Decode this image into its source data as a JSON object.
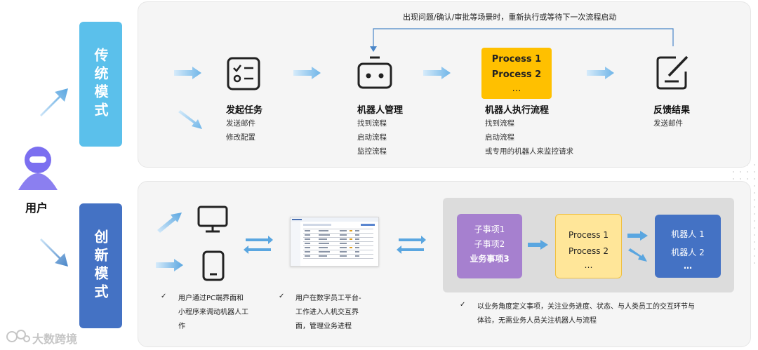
{
  "user": {
    "label": "用户"
  },
  "traditional": {
    "mode_label": "传统模式",
    "loop_note": "出现问题/确认/审批等场景时，重新执行或等待下一次流程启动",
    "steps": [
      {
        "title": "发起任务",
        "items": [
          "发送邮件",
          "修改配置"
        ]
      },
      {
        "title": "机器人管理",
        "items": [
          "找到流程",
          "启动流程",
          "监控流程"
        ]
      },
      {
        "title": "机器人执行流程",
        "items": [
          "找到流程",
          "启动流程",
          "或专用的机器人来监控请求"
        ]
      },
      {
        "title": "反馈结果",
        "items": [
          "发送邮件"
        ]
      }
    ],
    "process_card": {
      "lines": [
        "Process 1",
        "Process 2",
        "…"
      ]
    }
  },
  "innovative": {
    "mode_label": "创新模式",
    "notes": [
      {
        "check": "✓",
        "lines": [
          "用户通过PC端界面和",
          "小程序来调动机器人工",
          "作"
        ]
      },
      {
        "check": "✓",
        "lines": [
          "用户在数字员工平台-",
          "工作进入人机交互界",
          "面，管理业务进程"
        ]
      },
      {
        "check": "✓",
        "lines": [
          "以业务角度定义事项，关注业务进度、状态、与人类员工的交互环节与",
          "体验，无需业务人员关注机器人与流程"
        ]
      }
    ],
    "matters_card": {
      "lines": [
        "子事项1",
        "子事项2",
        "业务事项3"
      ]
    },
    "process_card": {
      "lines": [
        "Process 1",
        "Process 2",
        "…"
      ]
    },
    "robot_card": {
      "lines": [
        "机器人 1",
        "机器人 2",
        "…"
      ]
    }
  },
  "watermark": {
    "text": "大数跨境"
  },
  "colors": {
    "traditional_mode": "#5bc0eb",
    "innovative_mode": "#4472c4",
    "process_yellow": "#ffc000",
    "matters_purple": "#a680cf",
    "pale_yellow": "#ffe699",
    "robot_blue": "#4472c4",
    "arrow_blue": "#5aa6e0",
    "loop_line": "#4a86c8"
  }
}
